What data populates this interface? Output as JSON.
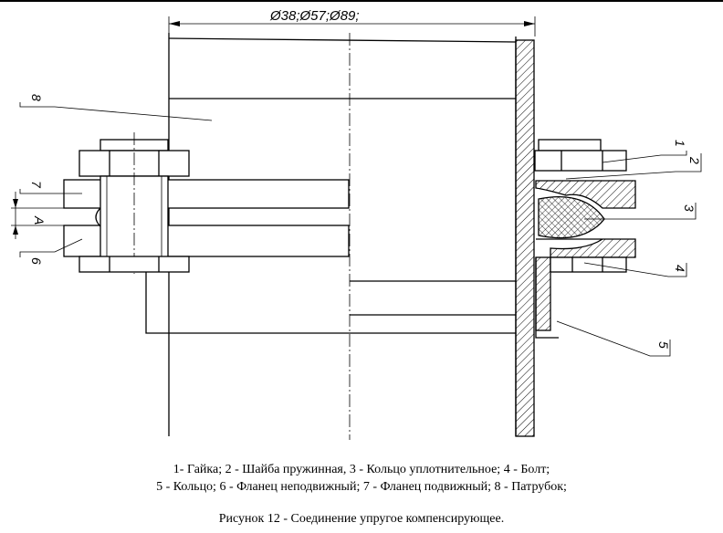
{
  "diagram": {
    "dimension": "Ø38;Ø57;Ø89;",
    "gap_label": "A",
    "callouts": {
      "c1": "1",
      "c2": "2",
      "c3": "3",
      "c4": "4",
      "c5": "5",
      "c6": "6",
      "c7": "7",
      "c8": "8"
    }
  },
  "legend": {
    "line1": "1- Гайка; 2 - Шайба пружинная, 3 - Кольцо уплотнительное; 4 - Болт;",
    "line2": "5 - Кольцо; 6 - Фланец неподвижный; 7 - Фланец подвижный; 8 - Патрубок;"
  },
  "figure_caption": "Рисунок 12 - Соединение упругое компенсирующее."
}
